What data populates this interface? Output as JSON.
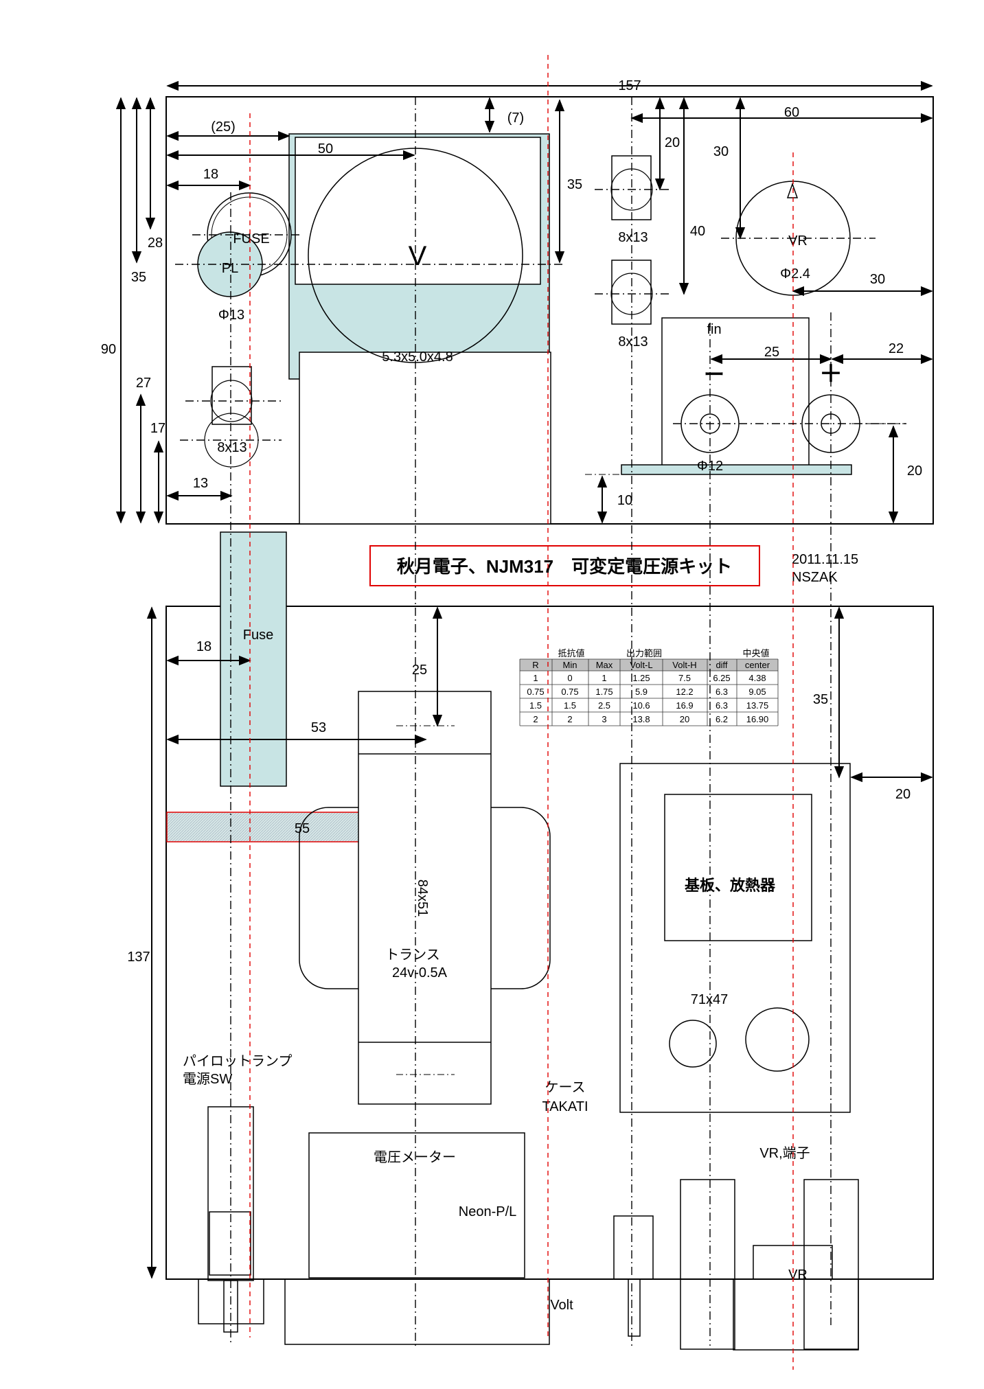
{
  "title": "秋月電子、NJM317　可変定電圧源キット",
  "date": "2011.11.15",
  "author": "NSZAK",
  "front_panel": {
    "dims": {
      "width": "157",
      "height": "90",
      "h35": "35",
      "h28": "28",
      "h27": "27",
      "h17": "17",
      "x25": "(25)",
      "x50": "50",
      "x18": "18",
      "x13": "13",
      "y7": "(7)",
      "y35": "35",
      "x60": "60",
      "y20": "20",
      "y30": "30",
      "y40": "40",
      "x30": "30",
      "x25b": "25",
      "x22": "22",
      "y20b": "20",
      "y10": "10"
    },
    "labels": {
      "fuse": "FUSE",
      "pl": "PL",
      "phi13": "Φ13",
      "meter_v": "V",
      "meter_size": "5.3x5.0x4.8",
      "sw_top1": "8x13",
      "sw_top2": "8x13",
      "sw_left": "8x13",
      "vr": "VR",
      "vr_phi": "Φ2.4",
      "fin": "fin",
      "minus": "ー",
      "plus": "＋",
      "phi12": "Φ12"
    }
  },
  "inner": {
    "dims": {
      "height": "137",
      "x18": "18",
      "y25": "25",
      "x53": "53",
      "x55": "55",
      "y35": "35",
      "x20": "20"
    },
    "labels": {
      "fuse": "Fuse",
      "transformer_size": "84x51",
      "transformer_line1": "トランス",
      "transformer_line2": "24v-0.5A",
      "board": "基板、放熱器",
      "board_size": "71x47",
      "pilot_line1": "パイロットランプ",
      "pilot_line2": "電源SW",
      "case_line1": "ケース",
      "case_line2": "TAKATI",
      "meter": "電圧メーター",
      "neon": "Neon-P/L",
      "vr_terminal": "VR,端子",
      "vr": "VR",
      "volt": "Volt"
    }
  },
  "table": {
    "group_headers": [
      "抵抗値",
      "出力範囲",
      "中央値"
    ],
    "columns": [
      "R",
      "Min",
      "Max",
      "Volt-L",
      "Volt-H",
      "diff",
      "center"
    ],
    "rows": [
      [
        "1",
        "0",
        "1",
        "1.25",
        "7.5",
        "6.25",
        "4.38"
      ],
      [
        "0.75",
        "0.75",
        "1.75",
        "5.9",
        "12.2",
        "6.3",
        "9.05"
      ],
      [
        "1.5",
        "1.5",
        "2.5",
        "10.6",
        "16.9",
        "6.3",
        "13.75"
      ],
      [
        "2",
        "2",
        "3",
        "13.8",
        "20",
        "6.2",
        "16.90"
      ]
    ]
  },
  "colors": {
    "teal": "#c8e4e4",
    "red": "#e00000",
    "line": "#000000"
  }
}
